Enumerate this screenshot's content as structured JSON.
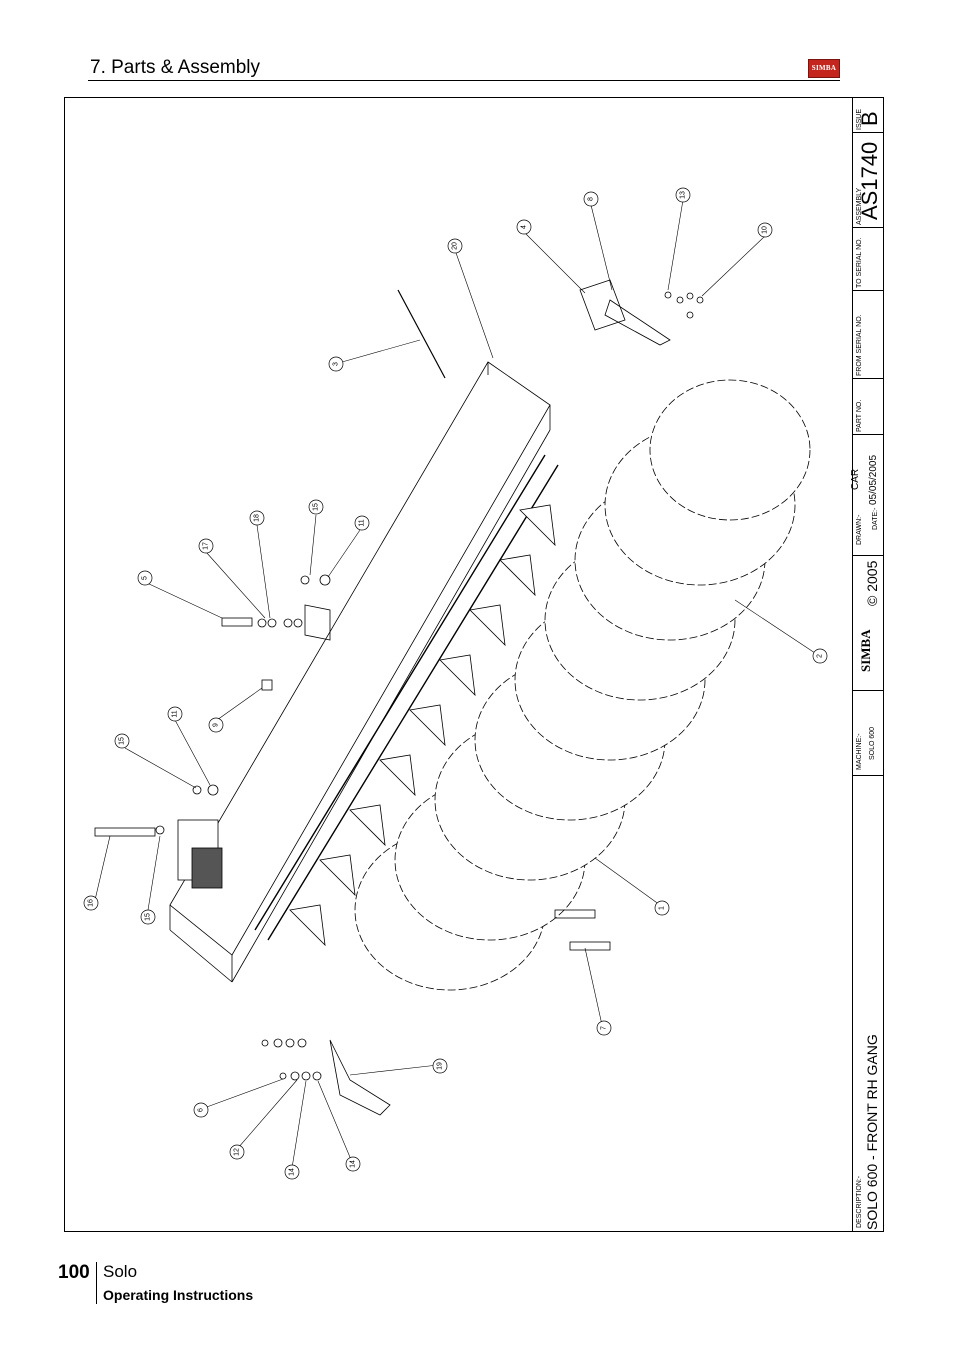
{
  "header": {
    "title": "7. Parts & Assembly",
    "logo_text": "SIMBA"
  },
  "title_block": {
    "drawing_no": "AS1740",
    "issue_label": "ISSUE",
    "issue": "B",
    "assembly_label": "ASSEMBLY",
    "to_serial_label": "TO SERIAL NO.",
    "from_serial_label": "FROM SERIAL NO.",
    "part_no_label": "PART NO.",
    "drawn_label": "DRAWN:-",
    "drawn_by": "CAR",
    "date_label": "DATE:-",
    "date": "05/05/2005",
    "copyright": "© 2005",
    "brand": "SIMBA",
    "machine_label": "MACHINE:-",
    "machine": "SOLO 600",
    "description_label": "DESCRIPTION:-",
    "description": "SOLO 600 - FRONT RH GANG"
  },
  "callouts": [
    "13",
    "8",
    "10",
    "4",
    "20",
    "3",
    "18",
    "15",
    "11",
    "17",
    "5",
    "2",
    "9",
    "11",
    "15",
    "1",
    "16",
    "15",
    "7",
    "19",
    "6",
    "12",
    "14",
    "14"
  ],
  "footer": {
    "page_number": "100",
    "product": "Solo",
    "subtitle": "Operating Instructions"
  }
}
